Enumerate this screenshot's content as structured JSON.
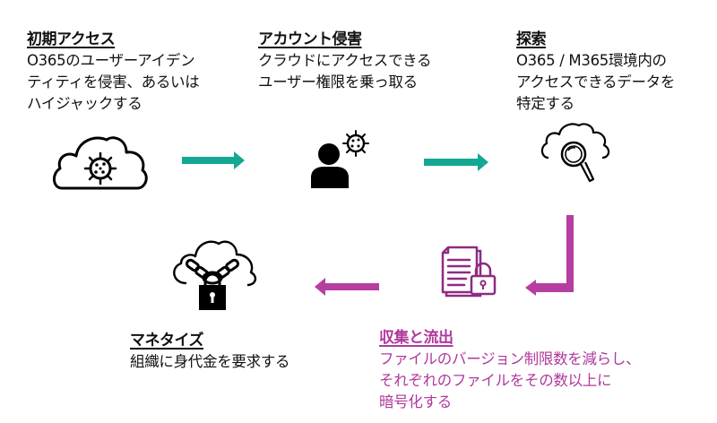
{
  "colors": {
    "teal_arrow": "#14a894",
    "magenta": "#b0399c",
    "magenta_arrow": "#b63ea0",
    "text": "#111111"
  },
  "steps": [
    {
      "id": "initial-access",
      "title": "初期アクセス",
      "lines": [
        "O365のユーザーアイデン",
        "ティティを侵害、あるいは",
        "ハイジャックする"
      ],
      "icon": "cloud-virus-icon"
    },
    {
      "id": "account-compromise",
      "title": "アカウント侵害",
      "lines": [
        "クラウドにアクセスできる",
        "ユーザー権限を乗っ取る"
      ],
      "icon": "user-virus-icon"
    },
    {
      "id": "discovery",
      "title": "探索",
      "lines": [
        "O365 / M365環境内の",
        "アクセスできるデータを",
        "特定する"
      ],
      "icon": "cloud-search-icon"
    },
    {
      "id": "collection-exfiltration",
      "title": "収集と流出",
      "lines": [
        "ファイルのバージョン制限数を減らし、",
        "それぞれのファイルをその数以上に",
        "暗号化する"
      ],
      "icon": "locked-document-icon"
    },
    {
      "id": "monetization",
      "title": "マネタイズ",
      "lines": [
        "組織に身代金を要求する"
      ],
      "icon": "cloud-chain-lock-icon"
    }
  ],
  "arrows": [
    {
      "from": "initial-access",
      "to": "account-compromise",
      "direction": "right",
      "color": "teal"
    },
    {
      "from": "account-compromise",
      "to": "discovery",
      "direction": "right",
      "color": "teal"
    },
    {
      "from": "discovery",
      "to": "collection-exfiltration",
      "direction": "down-left",
      "color": "magenta"
    },
    {
      "from": "collection-exfiltration",
      "to": "monetization",
      "direction": "left",
      "color": "magenta"
    }
  ]
}
